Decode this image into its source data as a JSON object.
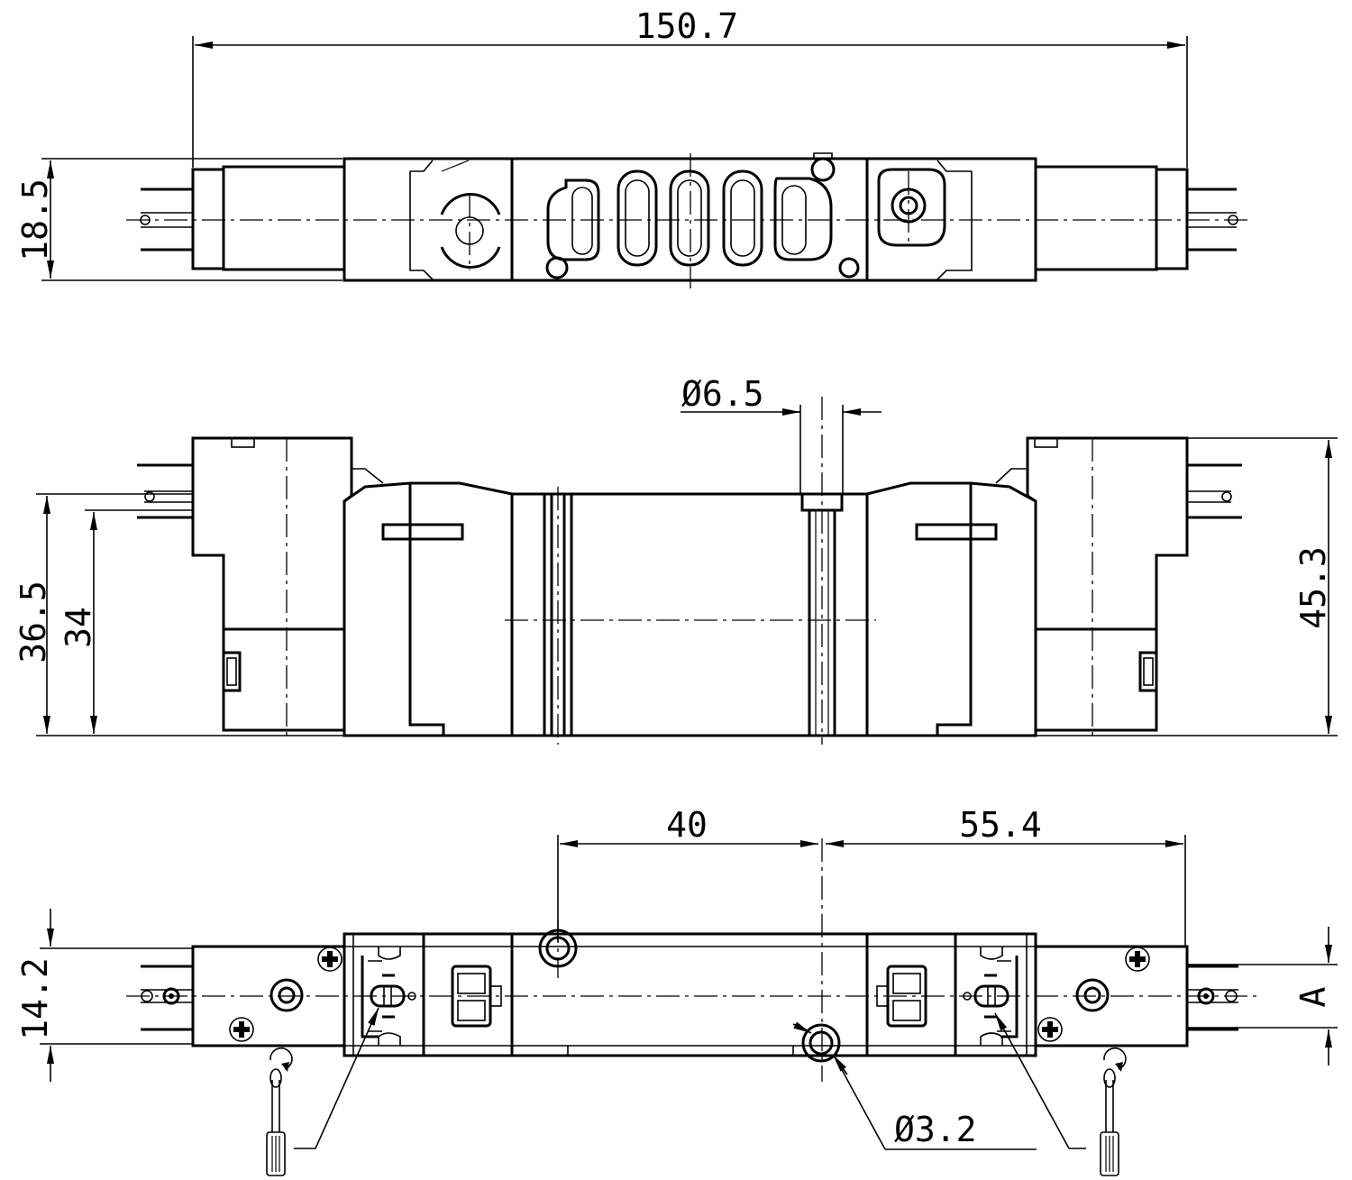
{
  "dimensions": {
    "top_overall_length": "150.7",
    "top_height": "18.5",
    "front_port_diameter": "Ø6.5",
    "front_height_left_outer": "36.5",
    "front_height_left_inner": "34",
    "front_height_right": "45.3",
    "bottom_offset_left": "40",
    "bottom_offset_right": "55.4",
    "bottom_height": "14.2",
    "bottom_hole_diameter": "Ø3.2",
    "bottom_label_a": "A"
  },
  "colors": {
    "line": "#000000",
    "background": "#ffffff"
  },
  "icons": [
    "screwdriver-icon",
    "rotation-arrow-icon",
    "phillips-screw-icon"
  ]
}
